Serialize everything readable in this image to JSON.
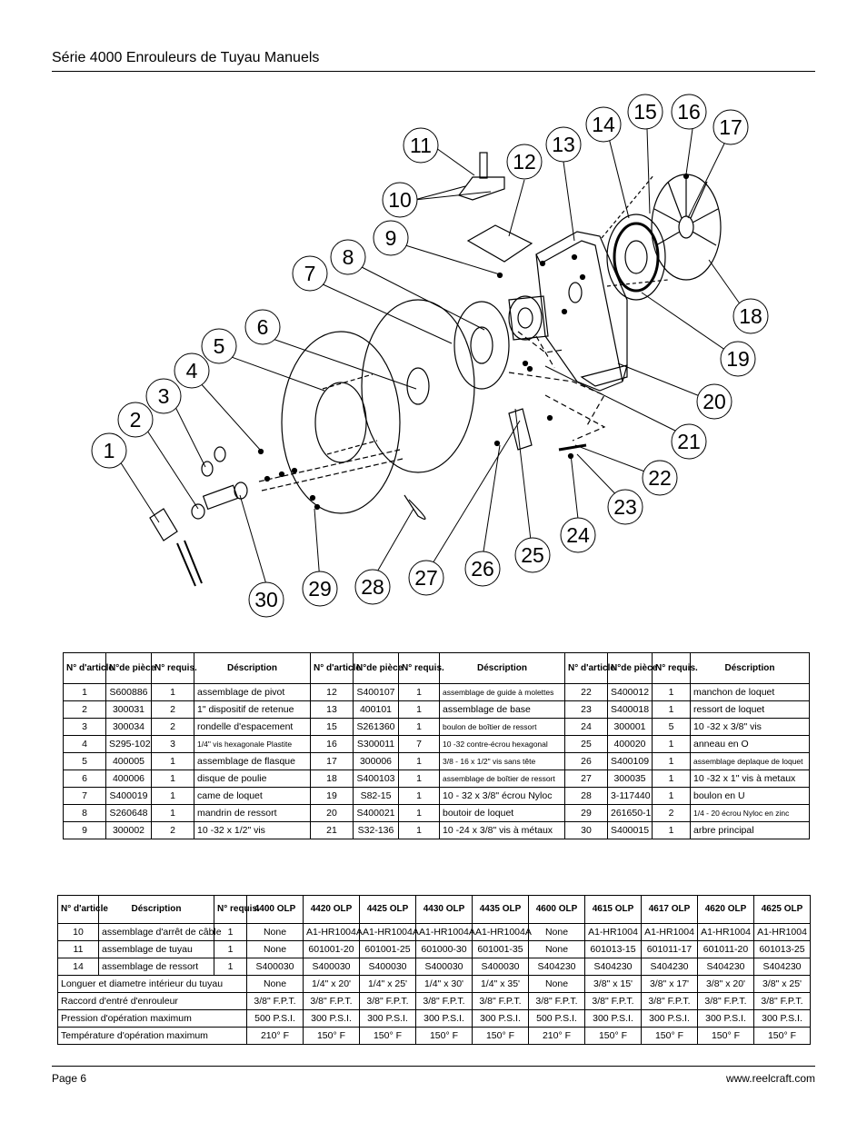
{
  "header": {
    "title": "Série 4000 Enrouleurs de Tuyau Manuels"
  },
  "diagram": {
    "callouts": [
      "1",
      "2",
      "3",
      "4",
      "5",
      "6",
      "7",
      "8",
      "9",
      "10",
      "11",
      "12",
      "13",
      "14",
      "15",
      "16",
      "17",
      "18",
      "19",
      "20",
      "21",
      "22",
      "23",
      "24",
      "25",
      "26",
      "27",
      "28",
      "29",
      "30"
    ]
  },
  "parts_table": {
    "headers": [
      "N° d'article",
      "N°de pièce",
      "N° requis.",
      "Déscription",
      "N° d'article",
      "N°de pièce",
      "N° requis.",
      "Déscription",
      "N° d'article",
      "N°de pièce",
      "N° requis.",
      "Déscription"
    ],
    "rows": [
      [
        "1",
        "S600886",
        "1",
        "assemblage de pivot",
        "12",
        "S400107",
        "1",
        "assemblage de guide à molettes",
        "22",
        "S400012",
        "1",
        "manchon de loquet"
      ],
      [
        "2",
        "300031",
        "2",
        "1\" dispositif de retenue",
        "13",
        "400101",
        "1",
        "assemblage de base",
        "23",
        "S400018",
        "1",
        "ressort de loquet"
      ],
      [
        "3",
        "300034",
        "2",
        "rondelle d'espacement",
        "15",
        "S261360",
        "1",
        "boulon de boîtier de ressort",
        "24",
        "300001",
        "5",
        "10 -32 x 3/8\" vis"
      ],
      [
        "4",
        "S295-102",
        "3",
        "1/4\" vis hexagonale Plastite",
        "16",
        "S300011",
        "7",
        "10 -32 contre-écrou hexagonal",
        "25",
        "400020",
        "1",
        "anneau en O"
      ],
      [
        "5",
        "400005",
        "1",
        "assemblage de flasque",
        "17",
        "300006",
        "1",
        "3/8 - 16 x 1/2\" vis sans tête",
        "26",
        "S400109",
        "1",
        "assemblage deplaque de loquet"
      ],
      [
        "6",
        "400006",
        "1",
        "disque de poulie",
        "18",
        "S400103",
        "1",
        "assemblage de boîtier de ressort",
        "27",
        "300035",
        "1",
        "10 -32 x 1\" vis à metaux"
      ],
      [
        "7",
        "S400019",
        "1",
        "came de loquet",
        "19",
        "S82-15",
        "1",
        "10 - 32 x 3/8\" écrou Nyloc",
        "28",
        "3-117440",
        "1",
        "boulon en U"
      ],
      [
        "8",
        "S260648",
        "1",
        "mandrin de ressort",
        "20",
        "S400021",
        "1",
        "boutoir de loquet",
        "29",
        "261650-1",
        "2",
        "1/4 - 20 écrou Nyloc en zinc"
      ],
      [
        "9",
        "300002",
        "2",
        "10 -32 x 1/2\" vis",
        "21",
        "S32-136",
        "1",
        "10 -24 x 3/8\" vis à métaux",
        "30",
        "S400015",
        "1",
        "arbre principal"
      ]
    ]
  },
  "model_table": {
    "headers": [
      "N° d'article",
      "Déscription",
      "N° requis.",
      "4400 OLP",
      "4420 OLP",
      "4425 OLP",
      "4430 OLP",
      "4435 OLP",
      "4600 OLP",
      "4615 OLP",
      "4617 OLP",
      "4620 OLP",
      "4625 OLP"
    ],
    "rows": [
      [
        "10",
        "assemblage d'arrêt de câble",
        "1",
        "None",
        "A1-HR1004A",
        "A1-HR1004A",
        "A1-HR1004A",
        "A1-HR1004A",
        "None",
        "A1-HR1004",
        "A1-HR1004",
        "A1-HR1004",
        "A1-HR1004"
      ],
      [
        "11",
        "assemblage de tuyau",
        "1",
        "None",
        "601001-20",
        "601001-25",
        "601000-30",
        "601001-35",
        "None",
        "601013-15",
        "601011-17",
        "601011-20",
        "601013-25"
      ],
      [
        "14",
        "assemblage de ressort",
        "1",
        "S400030",
        "S400030",
        "S400030",
        "S400030",
        "S400030",
        "S404230",
        "S404230",
        "S404230",
        "S404230",
        "S404230"
      ]
    ],
    "spec_rows": [
      [
        "Longuer et diametre intérieur du tuyau",
        "None",
        "1/4\" x 20'",
        "1/4\" x 25'",
        "1/4\" x 30'",
        "1/4\" x 35'",
        "None",
        "3/8\" x 15'",
        "3/8\" x 17'",
        "3/8\" x 20'",
        "3/8\" x 25'"
      ],
      [
        "Raccord d'entré d'enrouleur",
        "3/8\" F.P.T.",
        "3/8\" F.P.T.",
        "3/8\" F.P.T.",
        "3/8\" F.P.T.",
        "3/8\" F.P.T.",
        "3/8\" F.P.T.",
        "3/8\" F.P.T.",
        "3/8\" F.P.T.",
        "3/8\" F.P.T.",
        "3/8\" F.P.T."
      ],
      [
        "Pression d'opération maximum",
        "500 P.S.I.",
        "300 P.S.I.",
        "300 P.S.I.",
        "300 P.S.I.",
        "300 P.S.I.",
        "500 P.S.I.",
        "300 P.S.I.",
        "300 P.S.I.",
        "300 P.S.I.",
        "300 P.S.I."
      ],
      [
        "Température d'opération maximum",
        "210° F",
        "150° F",
        "150° F",
        "150° F",
        "150° F",
        "210° F",
        "150° F",
        "150° F",
        "150° F",
        "150° F"
      ]
    ]
  },
  "footer": {
    "page": "Page 6",
    "url": "www.reelcraft.com"
  }
}
